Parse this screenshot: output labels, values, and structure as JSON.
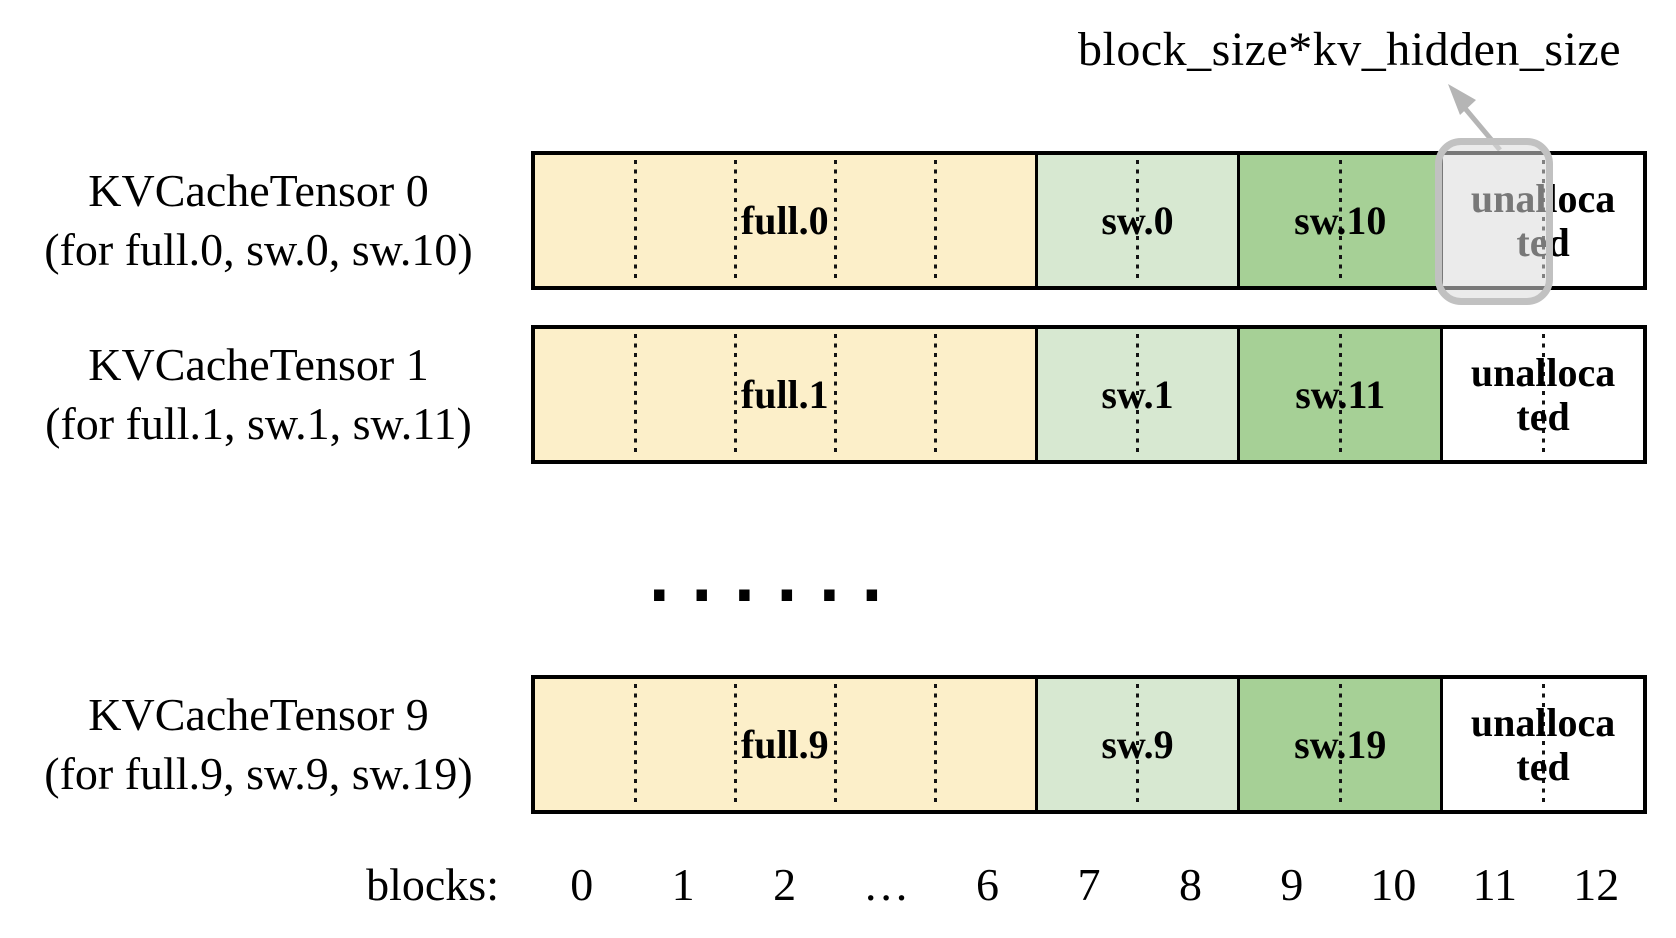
{
  "annotation": {
    "label": "block_size*kv_hidden_size"
  },
  "rows": [
    {
      "title": "KVCacheTensor 0",
      "subtitle": "(for full.0, sw.0, sw.10)",
      "segments": {
        "full": "full.0",
        "sw": "sw.0",
        "sw_offset": "sw.10",
        "unallocated": "unalloca\nted"
      },
      "highlighted": "true"
    },
    {
      "title": "KVCacheTensor 1",
      "subtitle": "(for full.1, sw.1, sw.11)",
      "segments": {
        "full": "full.1",
        "sw": "sw.1",
        "sw_offset": "sw.11",
        "unallocated": "unalloca\nted"
      },
      "highlighted": "false"
    },
    {
      "title": "KVCacheTensor 9",
      "subtitle": "(for full.9, sw.9, sw.19)",
      "segments": {
        "full": "full.9",
        "sw": "sw.9",
        "sw_offset": "sw.19",
        "unallocated": "unalloca\nted"
      },
      "highlighted": "false"
    }
  ],
  "ellipsis": "......",
  "axis": {
    "label": "blocks:",
    "ticks": [
      "0",
      "1",
      "2",
      "…",
      "6",
      "7",
      "8",
      "9",
      "10",
      "11",
      "12"
    ]
  },
  "colors": {
    "full_segment": "#FCEFC9",
    "sw_segment": "#D7E8D1",
    "sw_offset_segment": "#A6D096",
    "unallocated_segment": "#FFFFFF",
    "segment_border": "#000000",
    "highlight_border": "#C1C1C1",
    "highlight_fill": "#DBDBDB",
    "arrow": "#B5B5B5"
  }
}
